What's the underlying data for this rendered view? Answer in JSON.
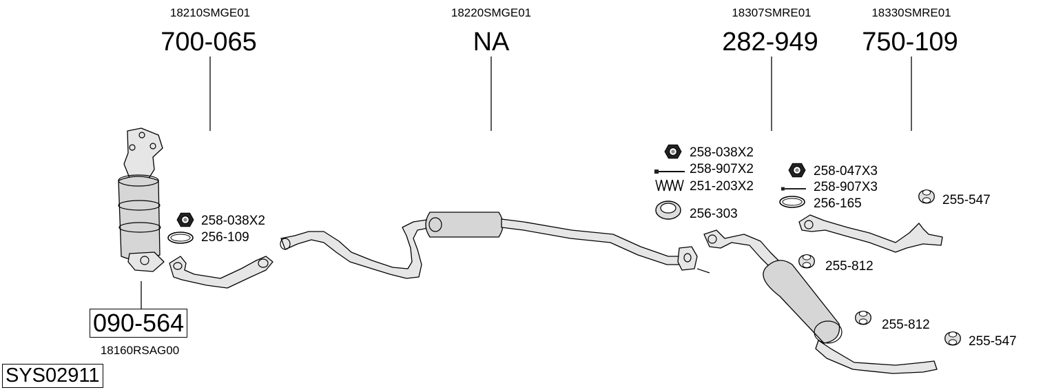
{
  "system_code": "SYS02911",
  "sections": [
    {
      "oem": "18210SMGE01",
      "part": "700-065"
    },
    {
      "oem": "18220SMGE01",
      "part": "NA"
    },
    {
      "oem": "18307SMRE01",
      "part": "282-949"
    },
    {
      "oem": "18330SMRE01",
      "part": "750-109"
    }
  ],
  "lower_ref": {
    "part": "090-564",
    "oem": "18160RSAG00"
  },
  "labels": [
    {
      "id": "nut-1",
      "text": "258-038X2",
      "icon": "nut-icon"
    },
    {
      "id": "gasket-1",
      "text": "256-109",
      "icon": "gasket-icon"
    },
    {
      "id": "nut-2",
      "text": "258-038X2",
      "icon": "nut-icon"
    },
    {
      "id": "bolt-1",
      "text": "258-907X2",
      "icon": "bolt-icon"
    },
    {
      "id": "spring-1",
      "text": "251-203X2",
      "icon": "spring-icon"
    },
    {
      "id": "ring-1",
      "text": "256-303",
      "icon": "seal-ring-icon"
    },
    {
      "id": "nut-3",
      "text": "258-047X3",
      "icon": "nut-icon"
    },
    {
      "id": "bolt-2",
      "text": "258-907X3",
      "icon": "bolt-icon"
    },
    {
      "id": "gasket-2",
      "text": "256-165",
      "icon": "gasket-icon"
    },
    {
      "id": "hanger-1",
      "text": "255-547",
      "icon": "rubber-hanger-icon"
    },
    {
      "id": "hanger-2",
      "text": "255-812",
      "icon": "rubber-hanger-icon"
    },
    {
      "id": "hanger-3",
      "text": "255-812",
      "icon": "rubber-hanger-icon"
    },
    {
      "id": "hanger-4",
      "text": "255-547",
      "icon": "rubber-hanger-icon"
    }
  ]
}
